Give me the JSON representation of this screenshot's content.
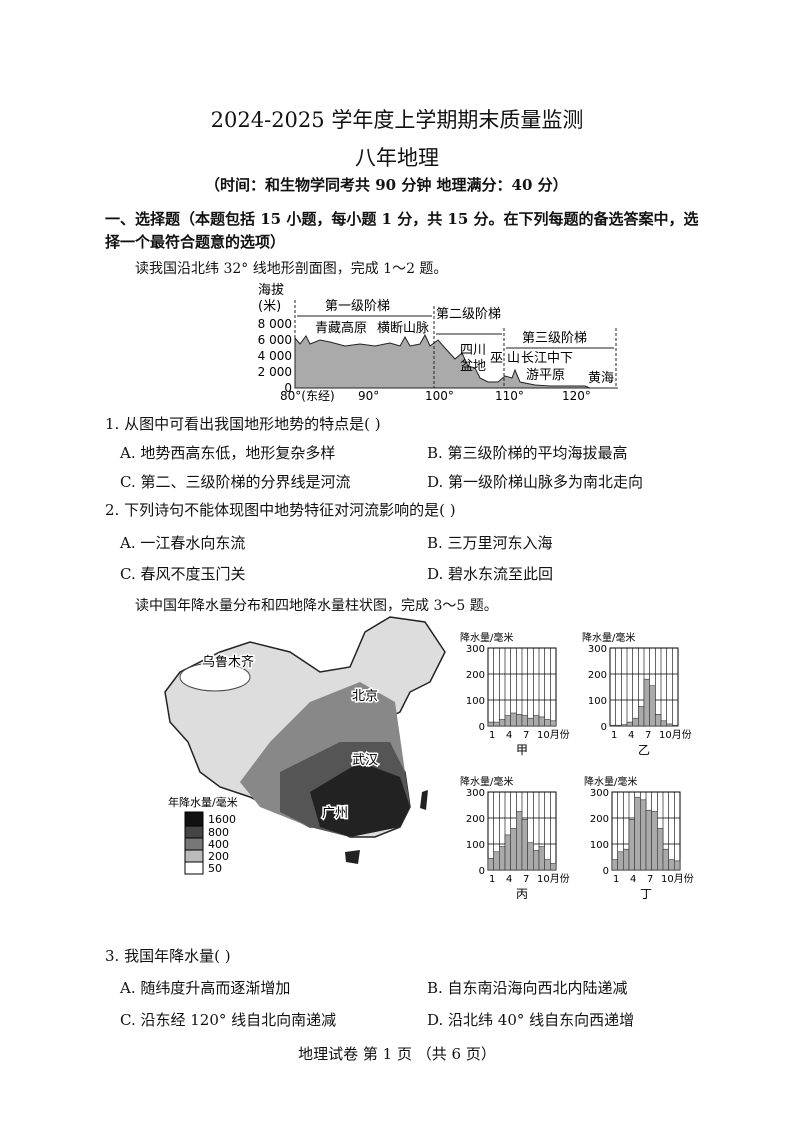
{
  "header": {
    "title": "2024-2025 学年度上学期期末质量监测",
    "subject": "八年地理",
    "info": "（时间：和生物学同考共 90 分钟   地理满分：40 分）"
  },
  "section1": {
    "heading_line1": "一、选择题（本题包括 15 小题，每小题 1 分，共 15 分。在下列每题的备选答案中，选",
    "heading_line2": "择一个最符合题意的选项）",
    "intro1": "读我国沿北纬 32° 线地形剖面图，完成 1～2 题。",
    "intro2": "读中国年降水量分布和四地降水量柱状图，完成 3～5 题。"
  },
  "profile": {
    "ylabel1": "海拔",
    "ylabel2": "(米)",
    "yticks": [
      "8 000",
      "6 000",
      "4 000",
      "2 000",
      "0"
    ],
    "xticks": [
      "80°(东经)",
      "90°",
      "100°",
      "110°",
      "120°"
    ],
    "steps": [
      "第一级阶梯",
      "第二级阶梯",
      "第三级阶梯"
    ],
    "labels": [
      "青藏高原",
      "横断山脉",
      "四川",
      "盆地",
      "巫",
      "山",
      "长江中下",
      "游平原",
      "黄海"
    ]
  },
  "questions": [
    {
      "stem": "1. 从图中可看出我国地形地势的特点是(      )",
      "options": [
        "A. 地势西高东低，地形复杂多样",
        "B. 第三级阶梯的平均海拔最高",
        "C. 第二、三级阶梯的分界线是河流",
        "D. 第一级阶梯山脉多为南北走向"
      ]
    },
    {
      "stem": "2. 下列诗句不能体现图中地势特征对河流影响的是(      )",
      "options": [
        "A. 一江春水向东流",
        "B. 三万里河东入海",
        "C. 春风不度玉门关",
        "D. 碧水东流至此回"
      ]
    },
    {
      "stem": "3. 我国年降水量(      )",
      "options": [
        "A. 随纬度升高而逐渐增加",
        "B. 自东南沿海向西北内陆递减",
        "C. 沿东经 120° 线自北向南递减",
        "D. 沿北纬 40° 线自东向西递增"
      ]
    }
  ],
  "map": {
    "cities": [
      "乌鲁木齐",
      "北京",
      "武汉",
      "广州"
    ],
    "legend_title": "年降水量/毫米",
    "legend": [
      "1600",
      "800",
      "400",
      "200",
      "50"
    ],
    "legend_colors": [
      "#111111",
      "#444444",
      "#777777",
      "#bbbbbb",
      "#ffffff"
    ]
  },
  "chart_data": [
    {
      "type": "bar",
      "title": "甲",
      "ylabel": "降水量/毫米",
      "xlabel": "月份",
      "ylim": [
        0,
        300
      ],
      "yticks": [
        "300",
        "200",
        "100",
        "0"
      ],
      "xticks": [
        "1",
        "4",
        "7",
        "10月份"
      ],
      "categories": [
        1,
        2,
        3,
        4,
        5,
        6,
        7,
        8,
        9,
        10,
        11,
        12
      ],
      "values": [
        15,
        15,
        25,
        40,
        50,
        45,
        40,
        30,
        40,
        35,
        25,
        20
      ]
    },
    {
      "type": "bar",
      "title": "乙",
      "ylabel": "降水量/毫米",
      "xlabel": "月份",
      "ylim": [
        0,
        300
      ],
      "yticks": [
        "300",
        "200",
        "100",
        "0"
      ],
      "xticks": [
        "1",
        "4",
        "7",
        "10月份"
      ],
      "categories": [
        1,
        2,
        3,
        4,
        5,
        6,
        7,
        8,
        9,
        10,
        11,
        12
      ],
      "values": [
        3,
        3,
        5,
        15,
        30,
        75,
        180,
        155,
        45,
        20,
        8,
        3
      ]
    },
    {
      "type": "bar",
      "title": "丙",
      "ylabel": "降水量/毫米",
      "xlabel": "月份",
      "ylim": [
        0,
        300
      ],
      "yticks": [
        "300",
        "200",
        "100",
        "0"
      ],
      "xticks": [
        "1",
        "4",
        "7",
        "10月份"
      ],
      "categories": [
        1,
        2,
        3,
        4,
        5,
        6,
        7,
        8,
        9,
        10,
        11,
        12
      ],
      "values": [
        45,
        70,
        90,
        135,
        160,
        225,
        195,
        105,
        75,
        90,
        40,
        25
      ]
    },
    {
      "type": "bar",
      "title": "丁",
      "ylabel": "降水量/毫米",
      "xlabel": "月份",
      "ylim": [
        0,
        300
      ],
      "yticks": [
        "300",
        "200",
        "100",
        "0"
      ],
      "xticks": [
        "1",
        "4",
        "7",
        "10月份"
      ],
      "categories": [
        1,
        2,
        3,
        4,
        5,
        6,
        7,
        8,
        9,
        10,
        11,
        12
      ],
      "values": [
        40,
        70,
        80,
        195,
        280,
        270,
        230,
        225,
        160,
        80,
        40,
        35
      ]
    }
  ],
  "footer": "地理试卷    第 1 页  （共 6 页）"
}
